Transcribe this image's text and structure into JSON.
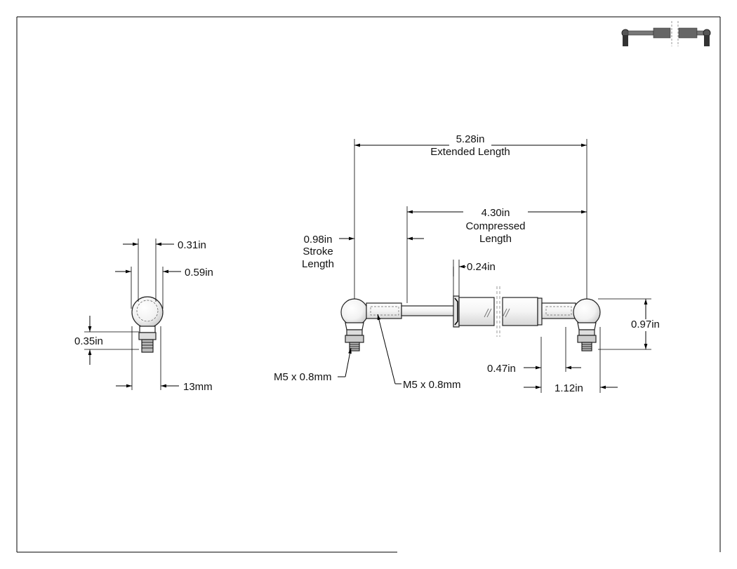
{
  "drawing": {
    "side_view": {
      "width_top": "0.31in",
      "ball_width": "0.59in",
      "ball_offset": "0.35in",
      "overall_width": "13mm"
    },
    "main_view": {
      "extended": {
        "value": "5.28in",
        "label": "Extended Length"
      },
      "compressed": {
        "value": "4.30in",
        "label_line1": "Compressed",
        "label_line2": "Length"
      },
      "stroke": {
        "value": "0.98in",
        "label_line1": "Stroke",
        "label_line2": "Length"
      },
      "collar": "0.24in",
      "end_height": "0.97in",
      "end_offset": "0.47in",
      "end_length": "1.12in",
      "thread_left": "M5 x 0.8mm",
      "thread_right": "M5 x 0.8mm"
    }
  },
  "colors": {
    "ink": "#000000",
    "body_fill": "#ffffff",
    "thumb_fill": "#555555"
  }
}
